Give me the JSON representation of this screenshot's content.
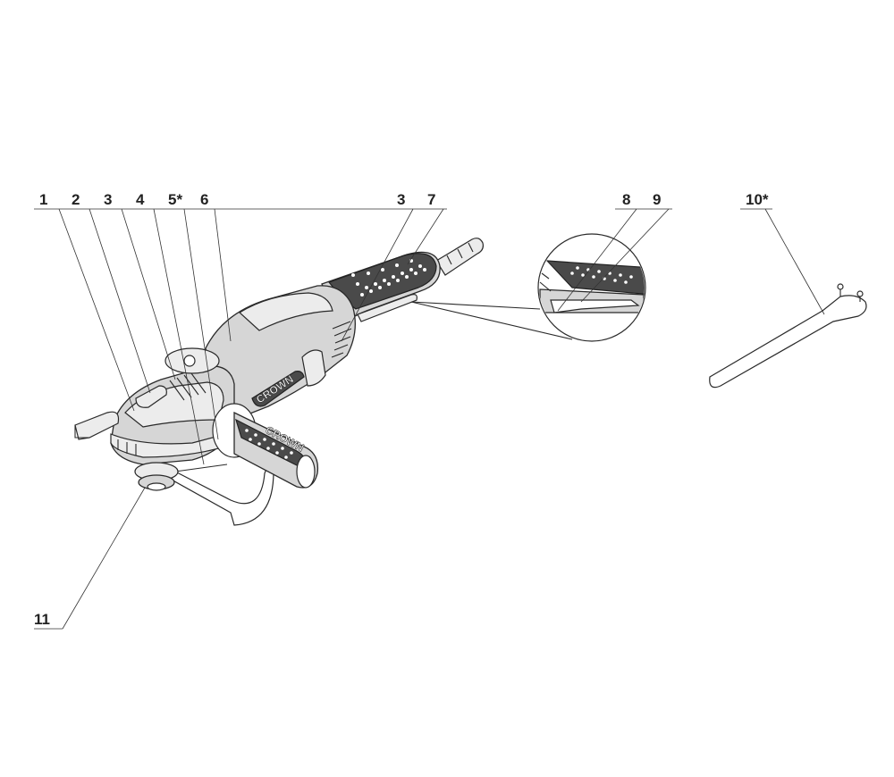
{
  "callouts": {
    "c1": "1",
    "c2": "2",
    "c3a": "3",
    "c4": "4",
    "c5": "5*",
    "c6": "6",
    "c3b": "3",
    "c7": "7",
    "c8": "8",
    "c9": "9",
    "c10": "10*",
    "c11": "11"
  },
  "tool": {
    "brand_body": "CROWN",
    "brand_handle": "CROWN"
  },
  "colors": {
    "grip": "#4a4a4a",
    "body": "#d6d6d6",
    "line": "#2a2a2a"
  }
}
